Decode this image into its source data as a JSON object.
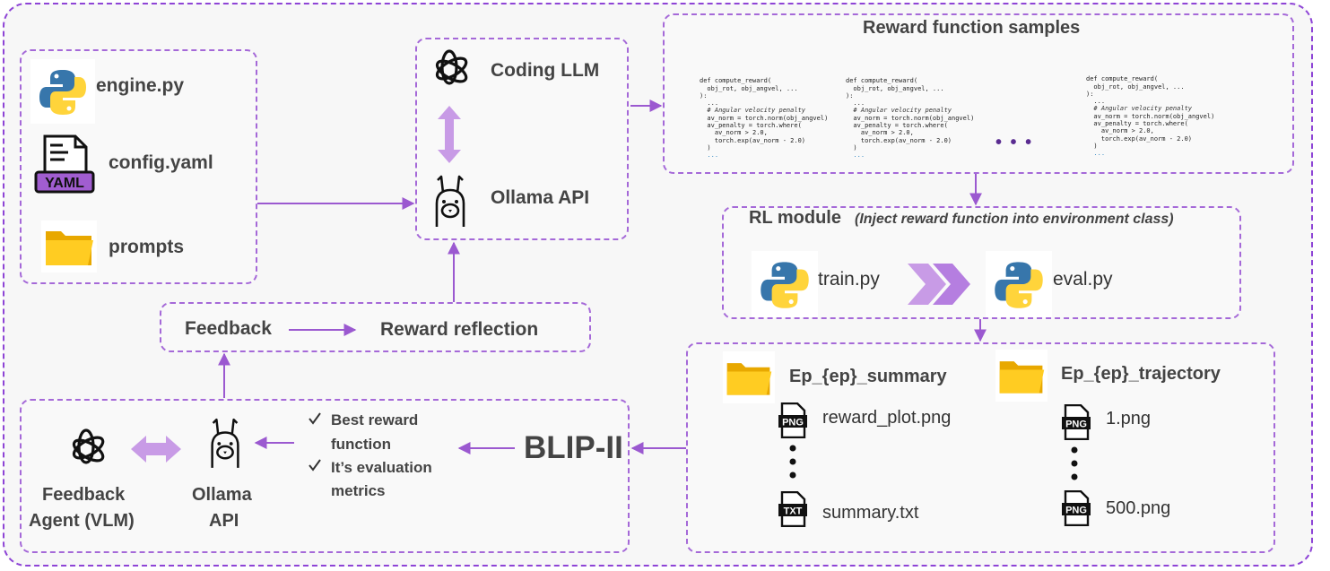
{
  "inputs": {
    "engine_label": "engine.py",
    "config_label": "config.yaml",
    "prompts_label": "prompts",
    "yaml_tag": "YAML"
  },
  "llm": {
    "coding_label": "Coding LLM",
    "ollama_label": "Ollama API"
  },
  "samples": {
    "title": "Reward function samples",
    "ellipsis": "• • •",
    "code": {
      "l1": "def compute_reward(",
      "l2": "  obj_rot, obj_angvel, ...",
      "l3": "):",
      "l4": "  ...",
      "l5": "  # Angular velocity penalty",
      "l6": "  av_norm = torch.norm(obj_angvel)",
      "l7": "  av_penalty = torch.where(",
      "l8": "    av_norm > 2.0,",
      "l9": "    torch.exp(av_norm - 2.0)",
      "l10": "  )",
      "l11": "  ..."
    }
  },
  "rl": {
    "title": "RL module",
    "subtitle": "(Inject reward function into environment class)",
    "train_label": "train.py",
    "eval_label": "eval.py"
  },
  "feedback_row": {
    "feedback_label": "Feedback",
    "reflection_label": "Reward reflection"
  },
  "outputs": {
    "summary_title": "Ep_{ep}_summary",
    "trajectory_title": "Ep_{ep}_trajectory",
    "reward_plot": "reward_plot.png",
    "summary_txt": "summary.txt",
    "first_png": "1.png",
    "last_png": "500.png",
    "png_tag": "PNG",
    "txt_tag": "TXT"
  },
  "agent": {
    "blip": "BLIP-II",
    "check1_line1": "Best reward",
    "check1_line2": "function",
    "check2_line1": "It’s evaluation",
    "check2_line2": "metrics",
    "ollama_line1": "Ollama",
    "ollama_line2": "API",
    "vlm_line1": "Feedback",
    "vlm_line2": "Agent (VLM)"
  },
  "colors": {
    "accent": "#8e44d6",
    "arrow": "#9b59d0",
    "python_blue": "#3776ab",
    "python_yellow": "#ffd43b",
    "folder": "#f7c21a"
  }
}
